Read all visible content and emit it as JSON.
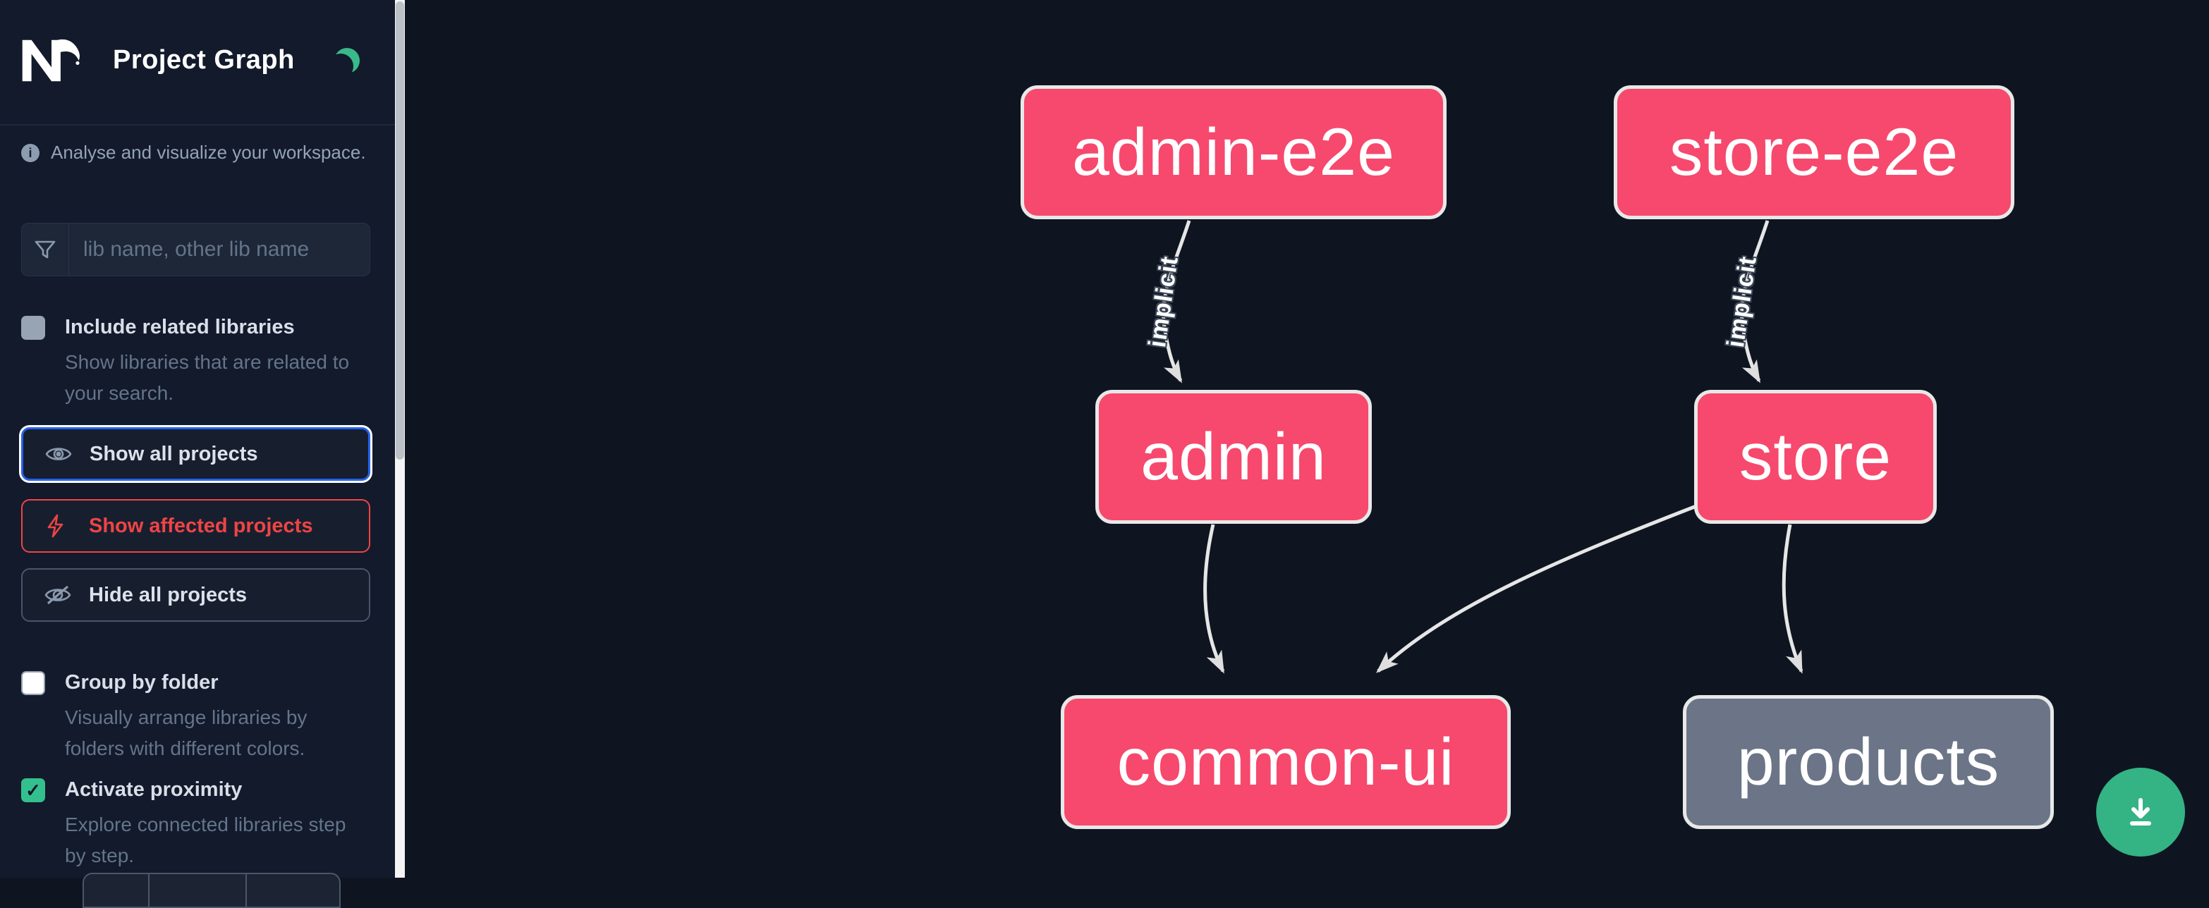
{
  "header": {
    "title": "Project Graph",
    "logo": "nx-logo",
    "theme_toggle_icon": "moon-icon"
  },
  "sidebar": {
    "tagline": "Analyse and visualize your workspace.",
    "search": {
      "placeholder": "lib name, other lib name",
      "value": "",
      "icon": "filter-funnel-icon"
    },
    "toggles": [
      {
        "label": "Include related libraries",
        "description": "Show libraries that are related to your search.",
        "checked": false,
        "disabled": true
      },
      {
        "label": "Group by folder",
        "description": "Visually arrange libraries by folders with different colors.",
        "checked": false,
        "disabled": false
      },
      {
        "label": "Activate proximity",
        "description": "Explore connected libraries step by step.",
        "checked": true,
        "disabled": false,
        "checkmark": "✓"
      }
    ],
    "buttons": [
      {
        "label": "Show all projects",
        "icon": "eye-icon",
        "state": "focused"
      },
      {
        "label": "Show affected projects",
        "icon": "bolt-icon",
        "state": "affected"
      },
      {
        "label": "Hide all projects",
        "icon": "eye-off-icon",
        "state": "default"
      }
    ]
  },
  "graph": {
    "nodes": [
      {
        "id": "admin-e2e",
        "label": "admin-e2e",
        "type": "app-affected"
      },
      {
        "id": "store-e2e",
        "label": "store-e2e",
        "type": "app-affected"
      },
      {
        "id": "admin",
        "label": "admin",
        "type": "app-affected"
      },
      {
        "id": "store",
        "label": "store",
        "type": "app-affected"
      },
      {
        "id": "common-ui",
        "label": "common-ui",
        "type": "lib-affected"
      },
      {
        "id": "products",
        "label": "products",
        "type": "lib-unaffected"
      }
    ],
    "edges": [
      {
        "from": "admin-e2e",
        "to": "admin",
        "label": "implicit"
      },
      {
        "from": "store-e2e",
        "to": "store",
        "label": "implicit"
      },
      {
        "from": "admin",
        "to": "common-ui",
        "label": ""
      },
      {
        "from": "store",
        "to": "common-ui",
        "label": ""
      },
      {
        "from": "store",
        "to": "products",
        "label": ""
      }
    ]
  },
  "fab": {
    "icon": "download-icon"
  },
  "colors": {
    "sidebar_background": "#121a2b",
    "canvas_background": "#0e1521",
    "node_affected": "#f6496d",
    "node_unaffected": "#6b7587",
    "node_border": "#e8e8e8",
    "edge": "#e8e8e8",
    "focus_blue": "#2563eb",
    "affected_red": "#ef4444",
    "green_accent": "#34b384",
    "muted_text": "#64748b"
  }
}
